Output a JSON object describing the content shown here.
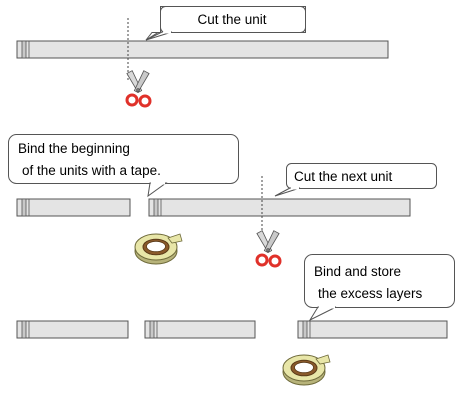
{
  "diagram": {
    "callouts": {
      "cut_unit": "Cut the unit",
      "bind_beginning": {
        "line1": "Bind the beginning",
        "line2": "of the units with a tape."
      },
      "cut_next_unit": "Cut the next unit",
      "bind_store": {
        "line1": "Bind and store",
        "line2": "the excess layers"
      }
    },
    "icons": {
      "scissors": "scissors-icon",
      "tape_roll": "tape-roll-icon"
    },
    "colors": {
      "bar_fill": "#e4e4e4",
      "bar_stroke": "#555555",
      "tape_outer": "#e8e6a8",
      "tape_core": "#8a5a2b",
      "scissors_handle": "#e0312a"
    }
  }
}
